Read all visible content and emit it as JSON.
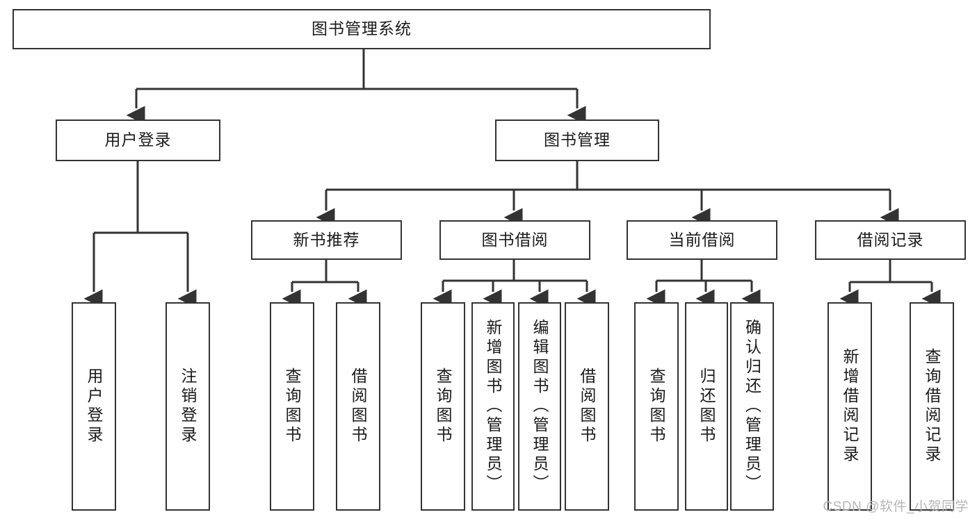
{
  "diagram": {
    "title": "图书管理系统",
    "type": "hierarchy-tree",
    "watermark": "CSDN @软件_小贺同学",
    "colors": {
      "stroke": "#333333",
      "fill": "#ffffff",
      "text": "#1a1a1a",
      "watermark": "#b6b6b6"
    },
    "root": {
      "label": "图书管理系统"
    },
    "level2": [
      {
        "label": "用户登录"
      },
      {
        "label": "图书管理"
      }
    ],
    "level3": [
      {
        "label": "新书推荐"
      },
      {
        "label": "图书借阅"
      },
      {
        "label": "当前借阅"
      },
      {
        "label": "借阅记录"
      }
    ],
    "leaves": [
      {
        "label": "用户登录"
      },
      {
        "label": "注销登录"
      },
      {
        "label": "查询图书"
      },
      {
        "label": "借阅图书"
      },
      {
        "label": "查询图书"
      },
      {
        "label": "新增图书（管理员）"
      },
      {
        "label": "编辑图书（管理员）"
      },
      {
        "label": "借阅图书"
      },
      {
        "label": "查询图书"
      },
      {
        "label": "归还图书"
      },
      {
        "label": "确认归还（管理员）"
      },
      {
        "label": "新增借阅记录"
      },
      {
        "label": "查询借阅记录"
      }
    ]
  }
}
